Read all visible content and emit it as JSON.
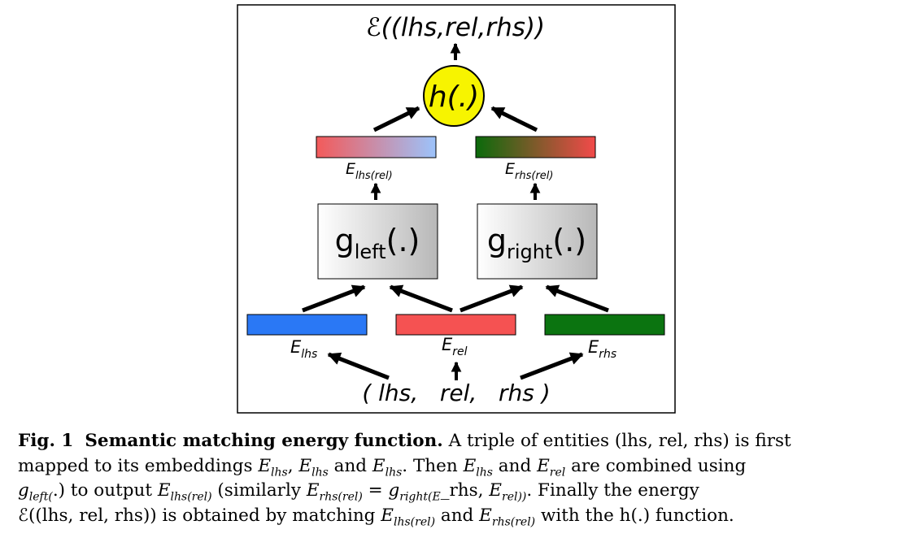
{
  "diagram": {
    "energy": "ℰ((lhs,rel,rhs))",
    "h_node": "h(.)",
    "g_left": {
      "g": "g",
      "sub": "left",
      "arg": "(.)"
    },
    "g_right": {
      "g": "g",
      "sub": "right",
      "arg": "(.)"
    },
    "e_lhs_rel": {
      "base": "E",
      "sub": "lhs(rel)"
    },
    "e_rhs_rel": {
      "base": "E",
      "sub": "rhs(rel)"
    },
    "e_lhs": {
      "base": "E",
      "sub": "lhs"
    },
    "e_rel": {
      "base": "E",
      "sub": "rel"
    },
    "e_rhs": {
      "base": "E",
      "sub": "rhs"
    },
    "input": "( lhs,   rel,   rhs )",
    "colors": {
      "lhs_bar": "#2a78f5",
      "rel_bar": "#f55252",
      "rhs_bar": "#0b7410",
      "lhs_rel_bar_from": "#f35a5a",
      "lhs_rel_bar_to": "#9cc3fb",
      "rhs_rel_bar_from": "#0b6a0b",
      "rhs_rel_bar_to": "#f24a4a",
      "h_fill": "#f7f400",
      "box_from": "#ffffff",
      "box_to": "#b8b8b8"
    }
  },
  "caption": {
    "label": "Fig. 1",
    "title": "Semantic matching energy function.",
    "line1_rest": "A triple of entities (lhs, rel, rhs) is first",
    "line2": "mapped to its embeddings E_lhs, E_lhs and E_lhs. Then E_lhs and E_rel are combined using",
    "line3": "g_left(.) to output E_lhs(rel) (similarly E_rhs(rel) = g_right(E_rhs, E_rel)). Finally the energy",
    "line4": "ℰ((lhs, rel, rhs)) is obtained by matching E_lhs(rel) and E_rhs(rel) with the h(.) function."
  }
}
